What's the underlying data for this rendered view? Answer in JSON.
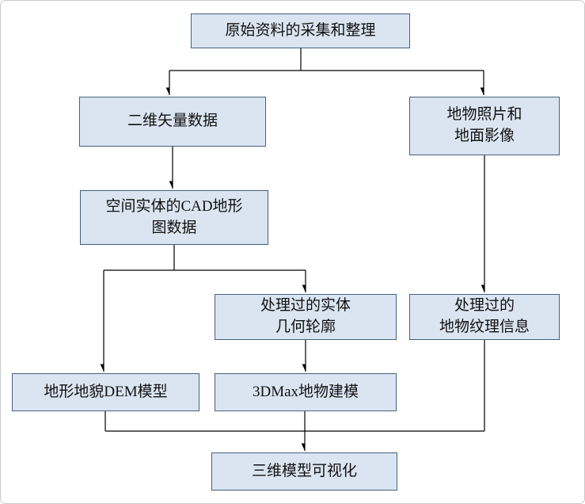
{
  "diagram": {
    "title_implicit": "三维建模流程图",
    "colors": {
      "box_fill": "#dbe5f1",
      "box_border": "#44607f",
      "line_color": "#000000"
    },
    "nodes": {
      "source": {
        "label": "原始资料的采集和整理"
      },
      "vector": {
        "label": "二维矢量数据"
      },
      "photos": {
        "label": "地物照片和\n地面影像"
      },
      "cad": {
        "label": "空间实体的CAD地形\n图数据"
      },
      "outline": {
        "label": "处理过的实体\n几何轮廓"
      },
      "texture": {
        "label": "处理过的\n地物纹理信息"
      },
      "dem": {
        "label": "地形地貌DEM模型"
      },
      "max3d": {
        "label": "3DMax地物建模"
      },
      "viz": {
        "label": "三维模型可视化"
      }
    },
    "edges": [
      {
        "from": "source",
        "to": "vector"
      },
      {
        "from": "source",
        "to": "photos"
      },
      {
        "from": "vector",
        "to": "cad"
      },
      {
        "from": "cad",
        "to": "dem"
      },
      {
        "from": "cad",
        "to": "outline"
      },
      {
        "from": "photos",
        "to": "texture"
      },
      {
        "from": "outline",
        "to": "max3d"
      },
      {
        "from": "dem",
        "to": "viz"
      },
      {
        "from": "max3d",
        "to": "viz"
      },
      {
        "from": "texture",
        "to": "viz"
      }
    ]
  }
}
